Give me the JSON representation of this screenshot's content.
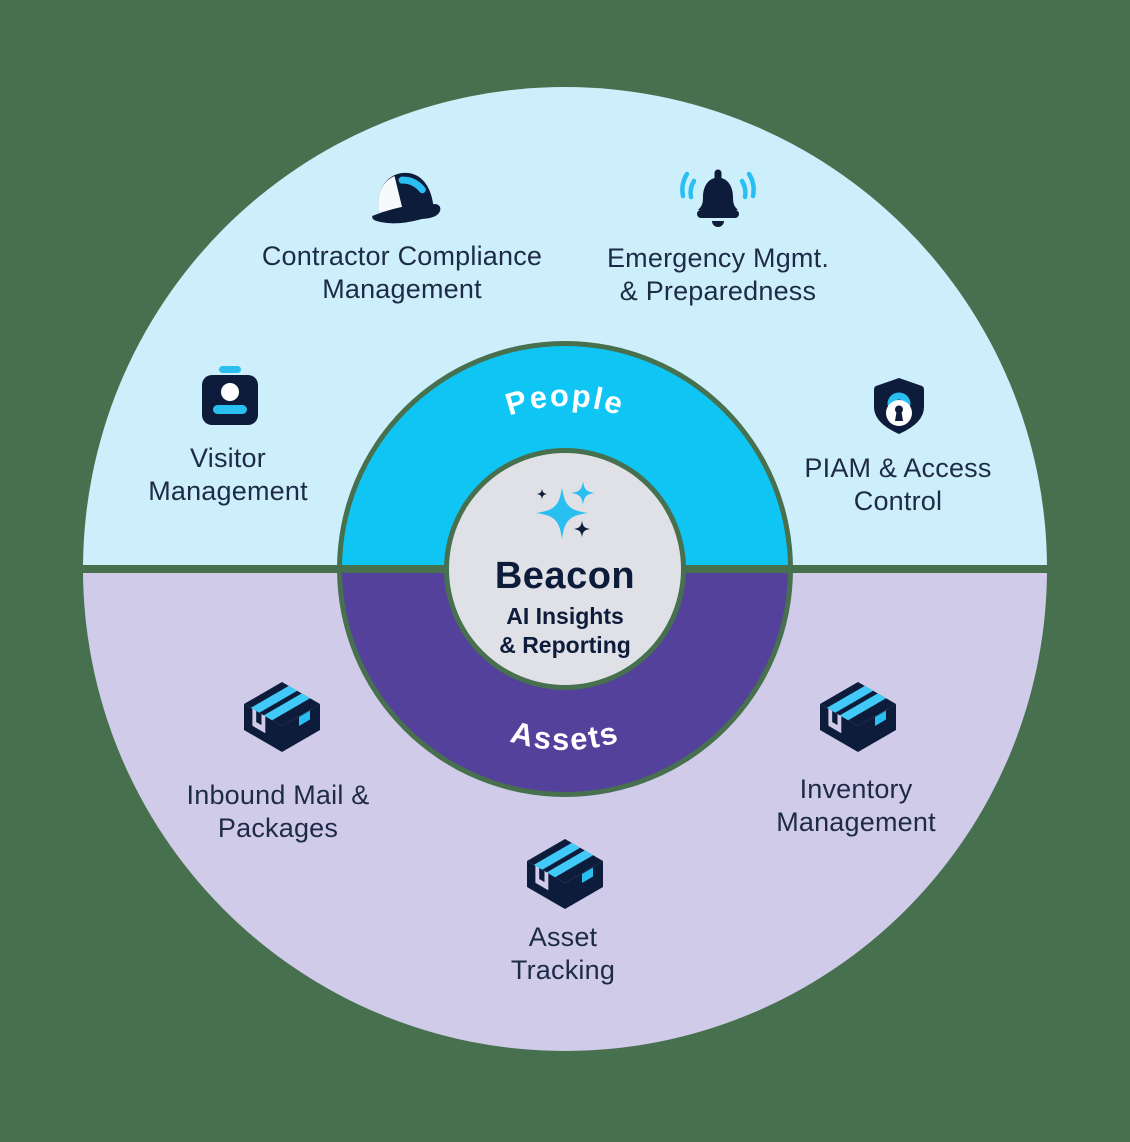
{
  "background_color": "#47714E",
  "palette": {
    "outer_top": "#CDEEFB",
    "outer_bottom": "#D0CBE8",
    "ring_top": "#0FC5F4",
    "ring_bottom": "#53419C",
    "center_circle": "#DFE1E6",
    "navy": "#0E1C3B",
    "icon_cyan": "#29BFF0",
    "box_cyan": "#41CAF7",
    "label_text": "#1D2B47",
    "ring_label_text": "#FFFFFF"
  },
  "ring": {
    "top_label": "People",
    "bottom_label": "Assets"
  },
  "center": {
    "product_name": "Beacon",
    "tagline_line1": "AI Insights",
    "tagline_line2": "& Reporting",
    "icon": "sparkles-icon"
  },
  "features": [
    {
      "id": "contractor-compliance",
      "icon": "hard-hat-icon",
      "line1": "Contractor Compliance",
      "line2": "Management",
      "half": "people"
    },
    {
      "id": "emergency-mgmt",
      "icon": "alarm-bell-icon",
      "line1": "Emergency Mgmt.",
      "line2": "& Preparedness",
      "half": "people"
    },
    {
      "id": "visitor-management",
      "icon": "id-badge-icon",
      "line1": "Visitor",
      "line2": "Management",
      "half": "people"
    },
    {
      "id": "piam-access-control",
      "icon": "shield-lock-icon",
      "line1": "PIAM & Access",
      "line2": "Control",
      "half": "people"
    },
    {
      "id": "inbound-mail-packages",
      "icon": "package-icon",
      "line1": "Inbound Mail &",
      "line2": "Packages",
      "half": "assets"
    },
    {
      "id": "inventory-management",
      "icon": "package-icon",
      "line1": "Inventory",
      "line2": "Management",
      "half": "assets"
    },
    {
      "id": "asset-tracking",
      "icon": "package-icon",
      "line1": "Asset",
      "line2": "Tracking",
      "half": "assets"
    }
  ]
}
